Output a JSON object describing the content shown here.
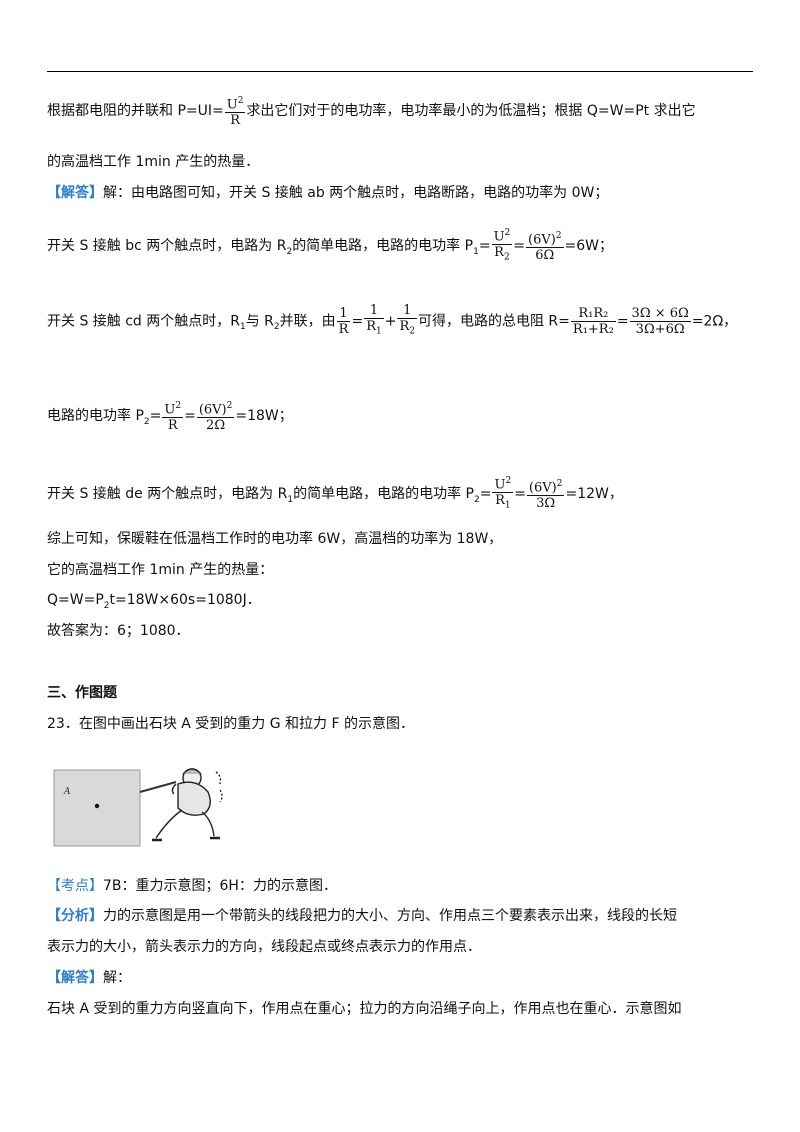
{
  "l1": {
    "a": "根据都电阻的并联和 P=UI=",
    "fu": "U",
    "fup": "2",
    "fd": "R",
    "b": "求出它们对于的电功率，电功率最小的为低温档；根据 Q=W=Pt 求出它"
  },
  "l2": "的高温档工作 1min 产生的热量．",
  "l3": {
    "tag": "【解答】",
    "t": "解：由电路图可知，开关 S 接触 ab 两个触点时，电路断路，电路的功率为 0W；"
  },
  "l4": {
    "a": "开关 S 接触 bc 两个触点时，电路为 R",
    "s2": "2",
    "b": "的简单电路，电路的电功率 P",
    "s1": "1",
    "eq": "=",
    "fu": "U",
    "fup": "2",
    "fd": "R",
    "fds": "2",
    "eq2": "=",
    "gu": "(6V)",
    "gup": "2",
    "gd": "6Ω",
    "c": "=6W；"
  },
  "l5": {
    "a": "开关 S 接触 cd 两个触点时，R",
    "s1": "1",
    "b": "与 R",
    "s2": "2",
    "c": "并联，由",
    "f1n": "1",
    "f1d": "R",
    "eq": "=",
    "f2n": "1",
    "f2d": "R",
    "f2ds": "1",
    "plus": "+",
    "f3n": "1",
    "f3d": "R",
    "f3ds": "2",
    "d": "可得，电路的总电阻 R=",
    "f4n": "R₁R₂",
    "f4d": "R₁+R₂",
    "eq2": "=",
    "f5n": "3Ω × 6Ω",
    "f5d": "3Ω+6Ω",
    "e": "=2Ω，"
  },
  "l6": {
    "a": "电路的电功率 P",
    "s2": "2",
    "eq": "=",
    "fu": "U",
    "fup": "2",
    "fd": "R",
    "eq2": "=",
    "gu": "(6V)",
    "gup": "2",
    "gd": "2Ω",
    "c": "=18W；"
  },
  "l7": {
    "a": "开关 S 接触 de 两个触点时，电路为 R",
    "s1": "1",
    "b": "的简单电路，电路的电功率 P",
    "s2": "2",
    "eq": "=",
    "fu": "U",
    "fup": "2",
    "fd": "R",
    "fds": "1",
    "eq2": "=",
    "gu": "(6V)",
    "gup": "2",
    "gd": "3Ω",
    "c": "=12W，"
  },
  "l8": "综上可知，保暖鞋在低温档工作时的电功率 6W，高温档的功率为 18W，",
  "l9": "它的高温档工作 1min 产生的热量：",
  "l10": {
    "a": "Q=W=P",
    "s2": "2",
    "b": "t=18W×60s=1080J．"
  },
  "l11": "故答案为：6；1080．",
  "section": "三、作图题",
  "q23": "23．在图中画出石块 A 受到的重力 G 和拉力 F 的示意图．",
  "figure_label": "A",
  "k1": {
    "tag": "【考点】",
    "t": "7B：重力示意图；6H：力的示意图．"
  },
  "k2": {
    "tag": "【分析】",
    "t": "力的示意图是用一个带箭头的线段把力的大小、方向、作用点三个要素表示出来，线段的长短"
  },
  "k3": "表示力的大小，箭头表示力的方向，线段起点或终点表示力的作用点．",
  "k4": {
    "tag": "【解答】",
    "t": "解："
  },
  "k5": "石块 A 受到的重力方向竖直向下，作用点在重心；拉力的方向沿绳子向上，作用点也在重心．示意图如"
}
